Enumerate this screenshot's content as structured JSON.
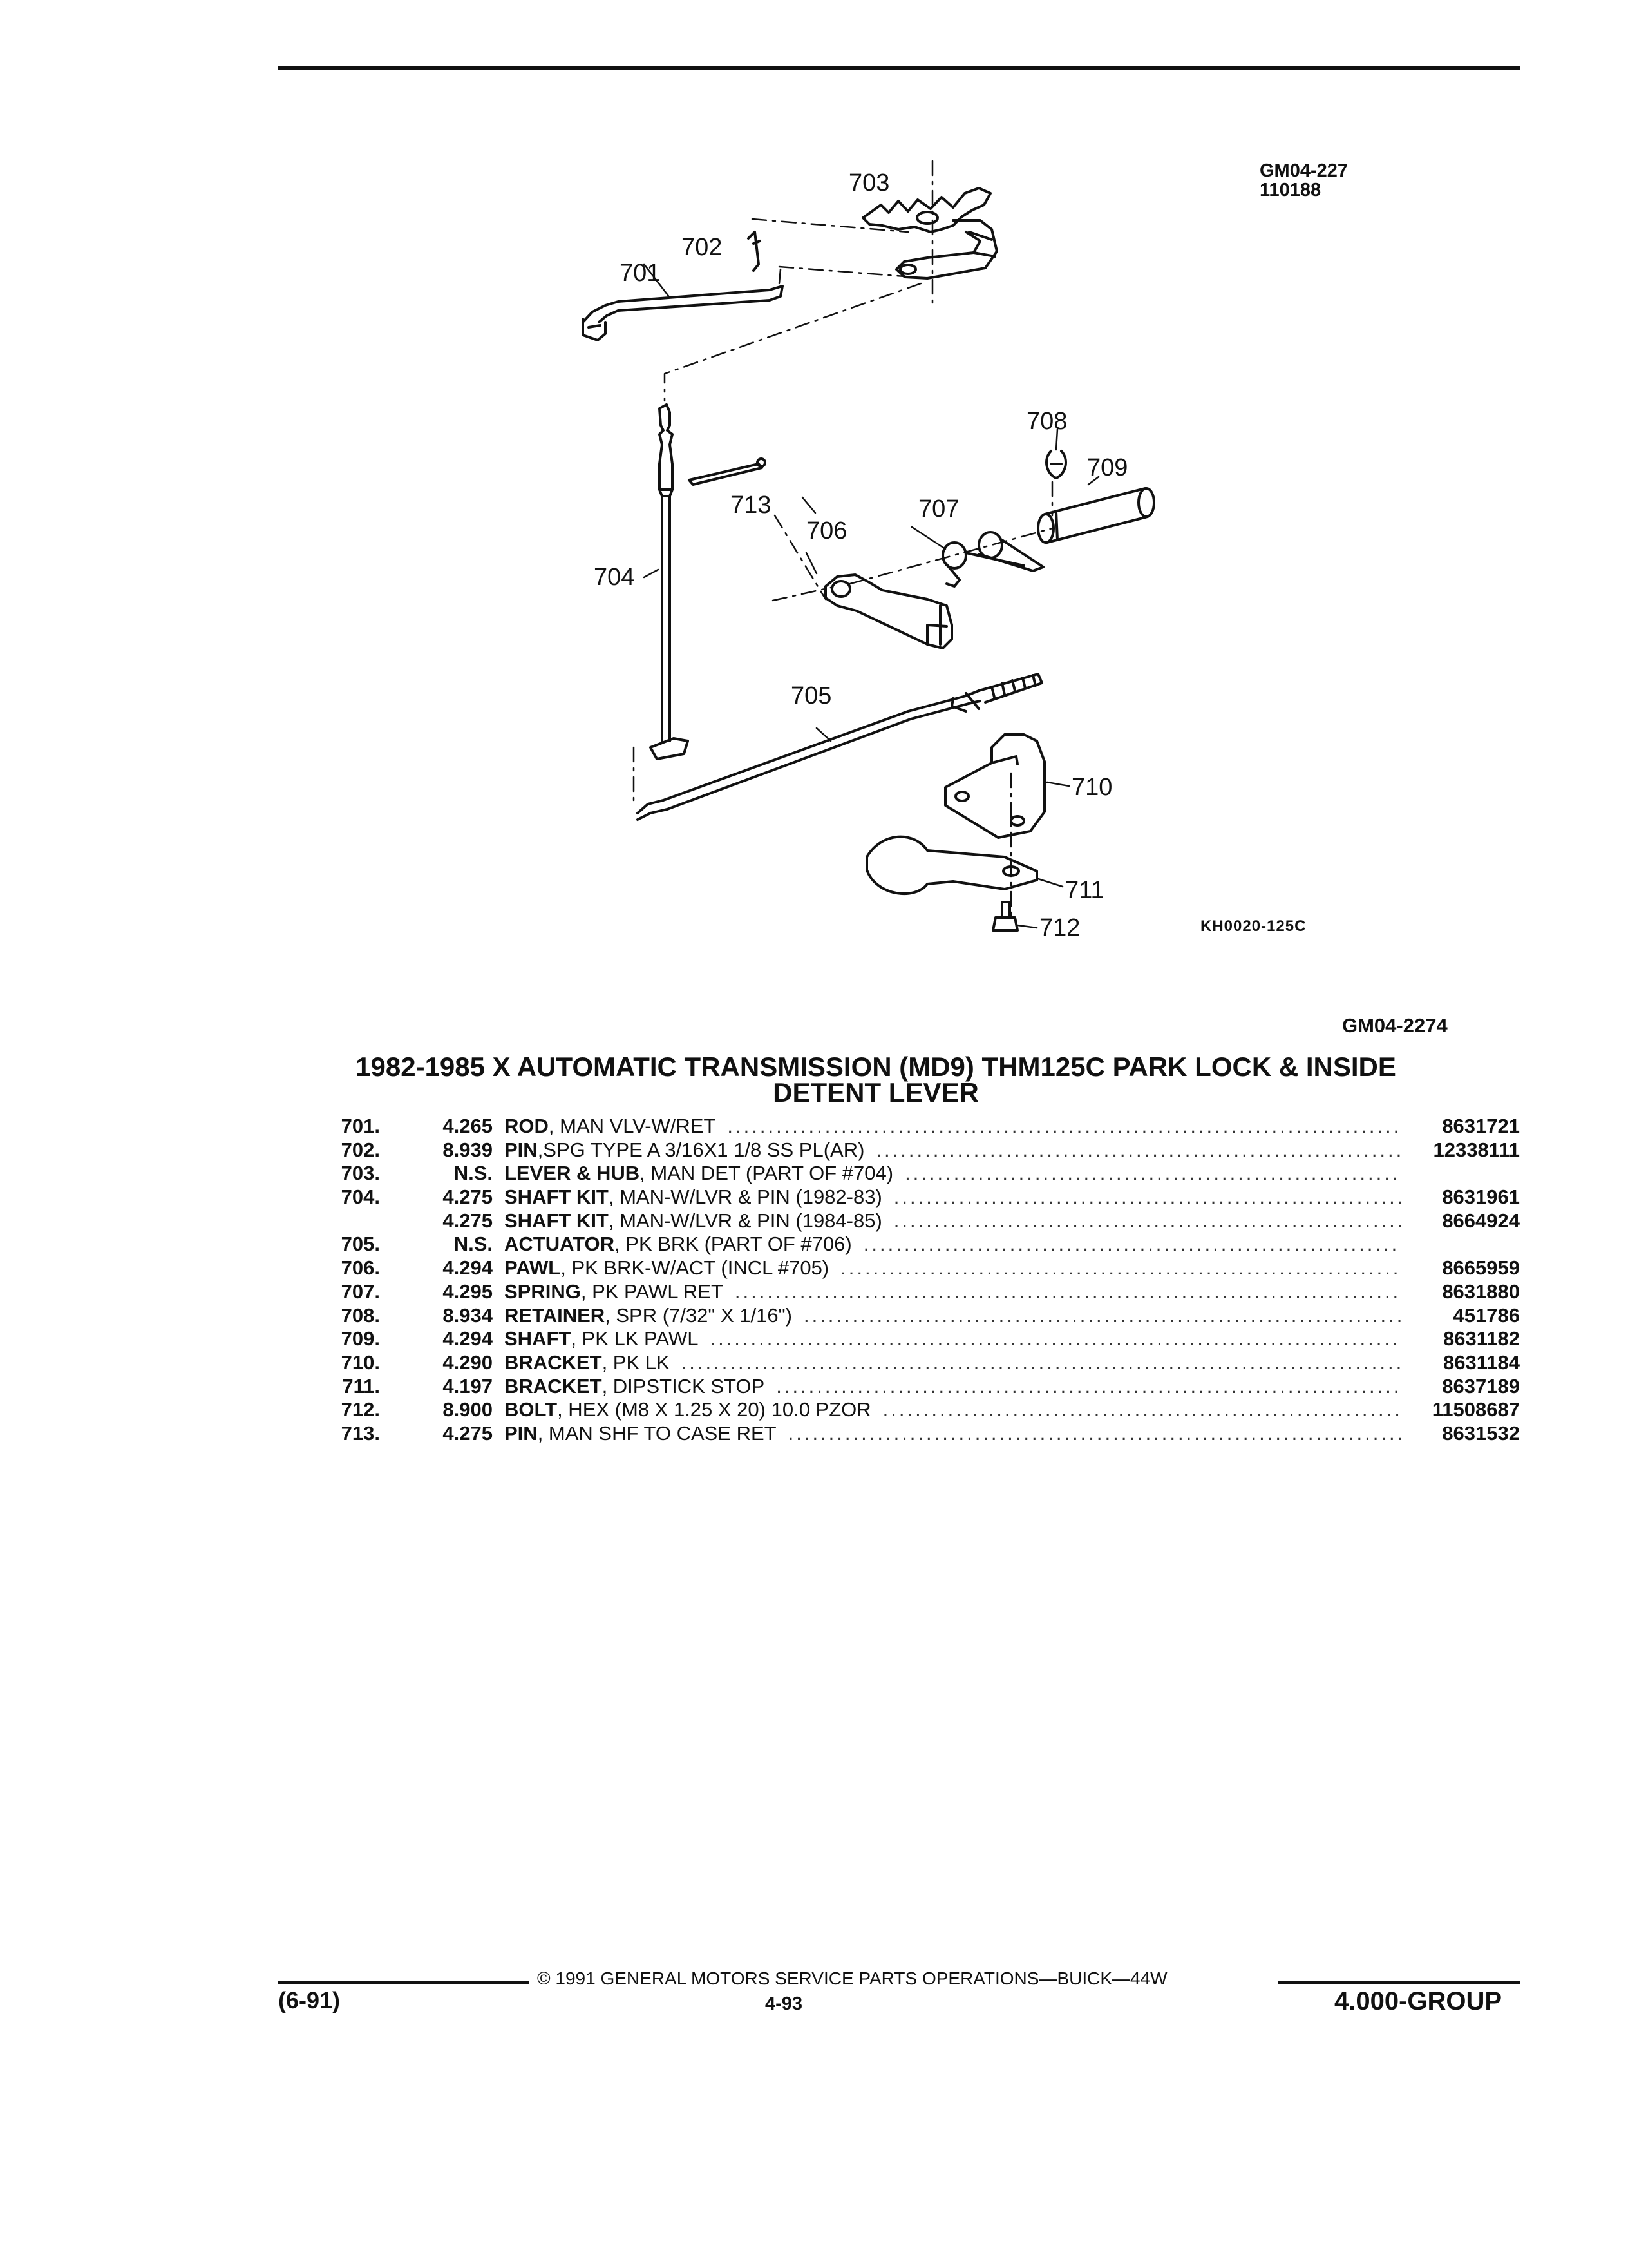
{
  "header": {
    "illustration_id_1": "GM04-227",
    "illustration_id_2": "110188"
  },
  "diagram": {
    "callouts": [
      "703",
      "702",
      "701",
      "708",
      "709",
      "713",
      "707",
      "706",
      "704",
      "705",
      "710",
      "711",
      "712"
    ],
    "code": "KH0020-125C"
  },
  "section": {
    "code": "GM04-2274",
    "title_line1": "1982-1985 X AUTOMATIC TRANSMISSION (MD9) THM125C PARK LOCK & INSIDE",
    "title_line2": "DETENT LEVER"
  },
  "parts": [
    {
      "num": "701.",
      "group": "4.265",
      "name": "ROD",
      "desc": ", MAN VLV-W/RET",
      "pn": "8631721"
    },
    {
      "num": "702.",
      "group": "8.939",
      "name": "PIN",
      "desc": " ,SPG TYPE A 3/16X1 1/8 SS PL(AR)",
      "pn": "12338111"
    },
    {
      "num": "703.",
      "group": "N.S.",
      "name": "LEVER & HUB",
      "desc": ", MAN DET (PART OF #704)",
      "pn": ""
    },
    {
      "num": "704.",
      "group": "4.275",
      "name": "SHAFT KIT",
      "desc": ", MAN-W/LVR & PIN (1982-83)",
      "pn": "8631961"
    },
    {
      "num": "",
      "group": "4.275",
      "name": "SHAFT KIT",
      "desc": ", MAN-W/LVR & PIN (1984-85)",
      "pn": "8664924"
    },
    {
      "num": "705.",
      "group": "N.S.",
      "name": "ACTUATOR",
      "desc": ", PK BRK (PART OF #706)",
      "pn": ""
    },
    {
      "num": "706.",
      "group": "4.294",
      "name": "PAWL",
      "desc": ", PK BRK-W/ACT (INCL #705)",
      "pn": "8665959"
    },
    {
      "num": "707.",
      "group": "4.295",
      "name": "SPRING",
      "desc": ", PK PAWL RET",
      "pn": "8631880"
    },
    {
      "num": "708.",
      "group": "8.934",
      "name": "RETAINER",
      "desc": ", SPR (7/32\" X 1/16\")",
      "pn": "451786"
    },
    {
      "num": "709.",
      "group": "4.294",
      "name": "SHAFT",
      "desc": ", PK LK PAWL",
      "pn": "8631182"
    },
    {
      "num": "710.",
      "group": "4.290",
      "name": "BRACKET",
      "desc": ", PK LK",
      "pn": "8631184"
    },
    {
      "num": "711.",
      "group": "4.197",
      "name": "BRACKET",
      "desc": ", DIPSTICK STOP",
      "pn": "8637189"
    },
    {
      "num": "712.",
      "group": "8.900",
      "name": "BOLT",
      "desc": ", HEX (M8 X 1.25 X 20) 10.0 PZOR",
      "pn": "11508687"
    },
    {
      "num": "713.",
      "group": "4.275",
      "name": "PIN",
      "desc": ", MAN SHF TO CASE RET",
      "pn": "8631532"
    }
  ],
  "footer": {
    "copyright": "© 1991 GENERAL MOTORS SERVICE PARTS OPERATIONS—BUICK—44W",
    "page": "4-93",
    "date": "(6-91)",
    "group": "4.000-GROUP"
  }
}
